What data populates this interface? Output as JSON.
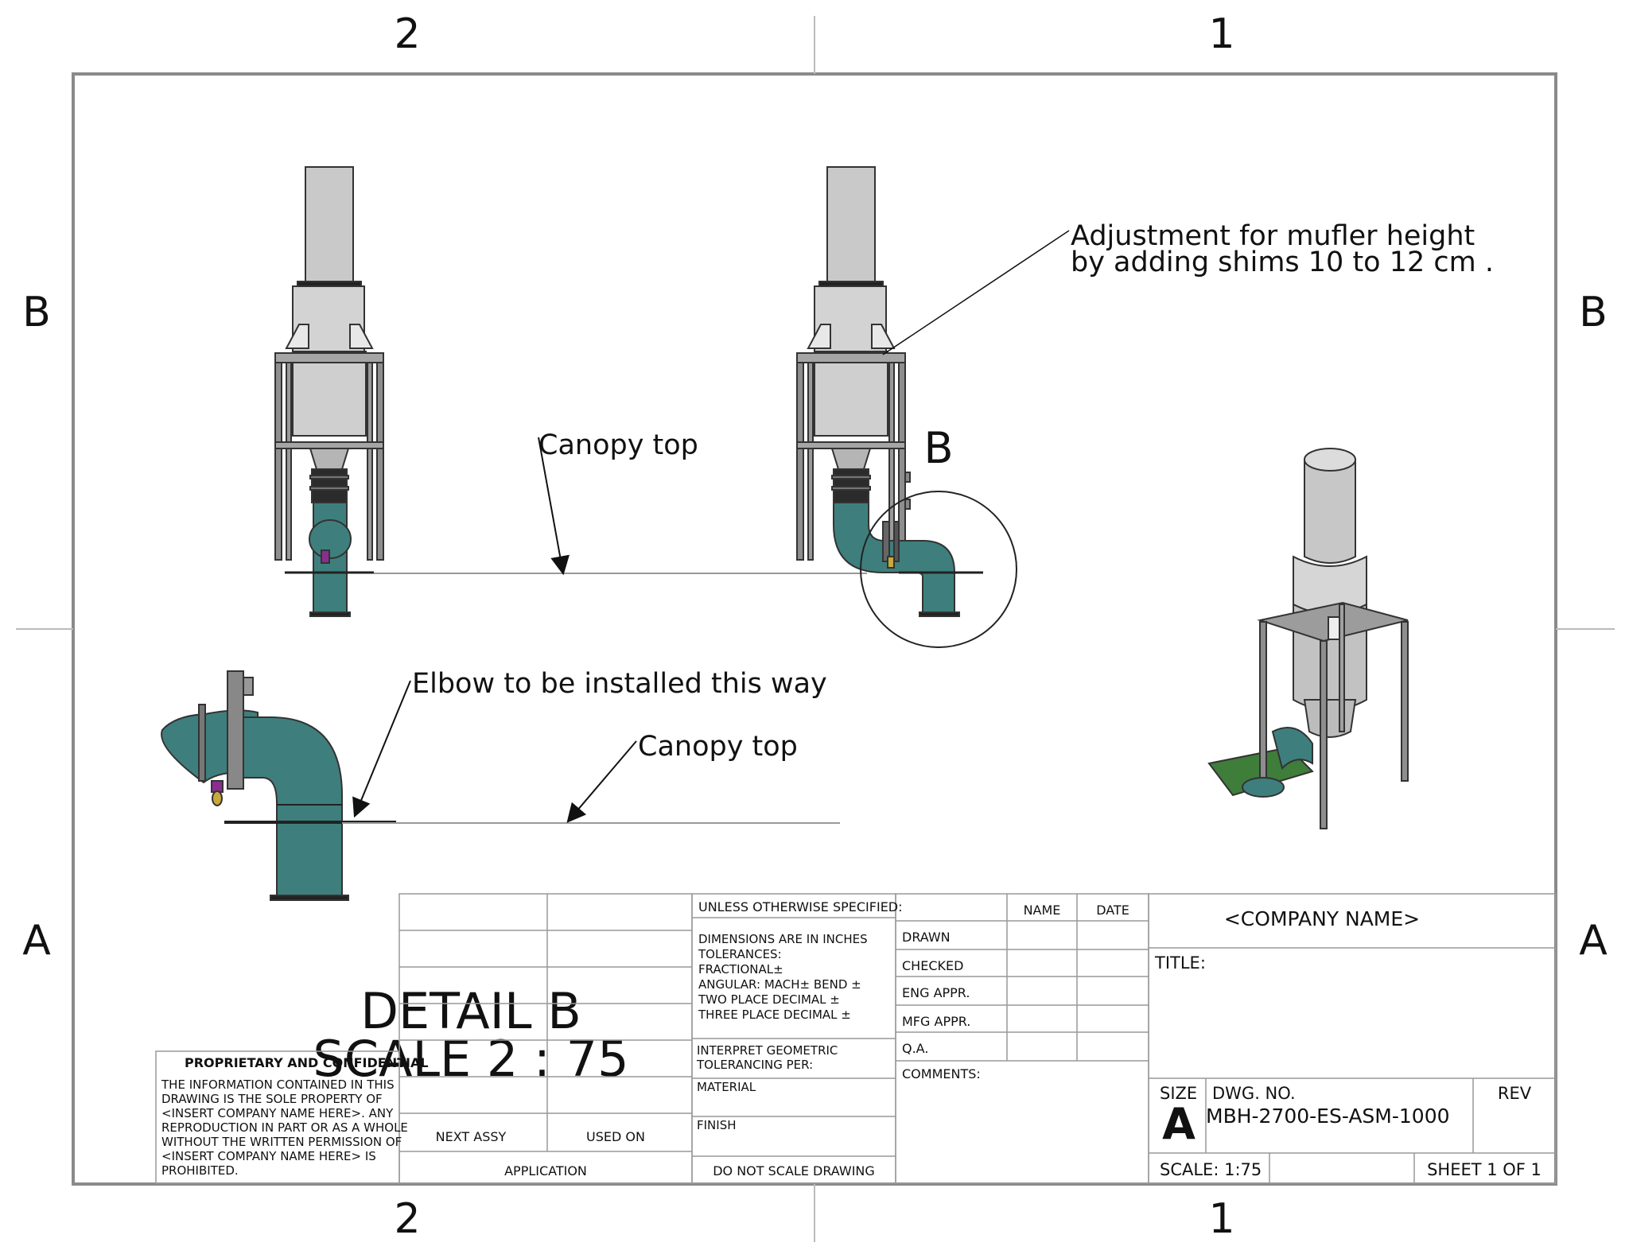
{
  "border": {
    "zones_top": [
      "2",
      "1"
    ],
    "zones_bottom": [
      "2",
      "1"
    ],
    "zones_left": [
      "B",
      "A"
    ],
    "zones_right": [
      "B",
      "A"
    ]
  },
  "callouts": {
    "adjustment_line1": "Adjustment for mufler height",
    "adjustment_line2": "by adding shims 10 to 12 cm .",
    "canopy_top_1": "Canopy top",
    "canopy_top_2": "Canopy top",
    "elbow_note": "Elbow to be installed this way",
    "detail_marker": "B"
  },
  "detail_view": {
    "title": "DETAIL B",
    "scale": "SCALE 2 : 75"
  },
  "title_block": {
    "proprietary_heading": "PROPRIETARY AND CONFIDENTIAL",
    "proprietary_lines": [
      "THE INFORMATION CONTAINED IN THIS",
      "DRAWING IS THE SOLE PROPERTY OF",
      "<INSERT COMPANY NAME HERE>.  ANY",
      "REPRODUCTION IN PART OR AS A WHOLE",
      "WITHOUT THE WRITTEN PERMISSION OF",
      "<INSERT COMPANY NAME HERE> IS",
      "PROHIBITED."
    ],
    "next_assy": "NEXT ASSY",
    "used_on": "USED ON",
    "application": "APPLICATION",
    "unless_specified": "UNLESS OTHERWISE SPECIFIED:",
    "tolerance_lines": [
      "DIMENSIONS ARE IN INCHES",
      "TOLERANCES:",
      "FRACTIONAL±",
      "ANGULAR: MACH±    BEND ±",
      "TWO PLACE DECIMAL    ±",
      "THREE PLACE DECIMAL  ±"
    ],
    "interpret_lines": [
      "INTERPRET GEOMETRIC",
      "TOLERANCING PER:"
    ],
    "material": "MATERIAL",
    "finish": "FINISH",
    "do_not_scale": "DO NOT SCALE DRAWING",
    "name_header": "NAME",
    "date_header": "DATE",
    "roles": [
      "DRAWN",
      "CHECKED",
      "ENG APPR.",
      "MFG APPR.",
      "Q.A."
    ],
    "comments": "COMMENTS:",
    "company_name": "<COMPANY NAME>",
    "title_label": "TITLE:",
    "size_label": "SIZE",
    "size_value": "A",
    "dwg_no_label": "DWG.  NO.",
    "dwg_no_value": "MBH-2700-ES-ASM-1000",
    "rev_label": "REV",
    "scale": "SCALE: 1:75",
    "sheet": "SHEET 1 OF 1"
  },
  "colors": {
    "pipe": "#3e7f7d",
    "muffler": "#c9c9c9",
    "frame": "#8e8e8e",
    "plate": "#3f7d3a",
    "line": "#333333"
  }
}
